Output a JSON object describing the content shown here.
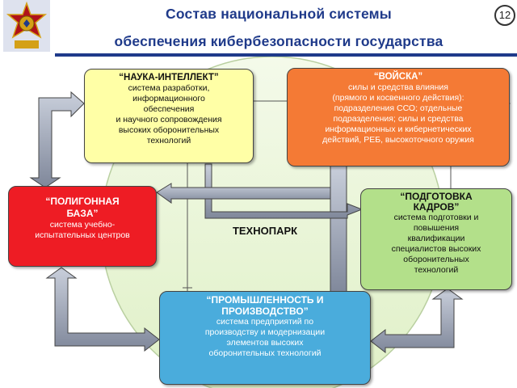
{
  "header": {
    "title_line1": "Состав национальной системы",
    "title_line2": "обеспечения кибербезопасности государства",
    "slide_number": "12"
  },
  "colors": {
    "title": "#1f3a8a",
    "science": "#ffffa6",
    "troops": "#f47a35",
    "polygon": "#ee1c24",
    "cadres": "#b3e08a",
    "industry": "#4aacdc",
    "center_circle": "#eaf5d8"
  },
  "center": {
    "label": "ТЕХНОПАРК"
  },
  "nodes": {
    "science": {
      "title": "“НАУКА-ИНТЕЛЛЕКТ”",
      "body": "система разработки,\nинформационного\nобеспечения\nи научного сопровождения\nвысоких оборонительных\nтехнологий"
    },
    "troops": {
      "title": "“ВОЙСКА”",
      "body": "силы и средства влияния\n(прямого и косвенного действия):\nподразделения ССО; отдельные\nподразделения; силы и средства\nинформационных и кибернетических\nдействий, РЕБ, высокоточного оружия"
    },
    "polygon": {
      "title": "“ПОЛИГОННАЯ\nБАЗА”",
      "body": "система учебно-\nиспытательных центров"
    },
    "cadres": {
      "title": "“ПОДГОТОВКА\nКАДРОВ”",
      "body": "система подготовки и\nповышения\nквалификации\nспециалистов высоких\nоборонительных\nтехнологий"
    },
    "industry": {
      "title": "“ПРОМЫШЛЕННОСТЬ И\nПРОИЗВОДСТВО”",
      "body": "система предприятий по\nпроизводству и модернизации\nэлементов высоких\nоборонительных технологий"
    }
  }
}
